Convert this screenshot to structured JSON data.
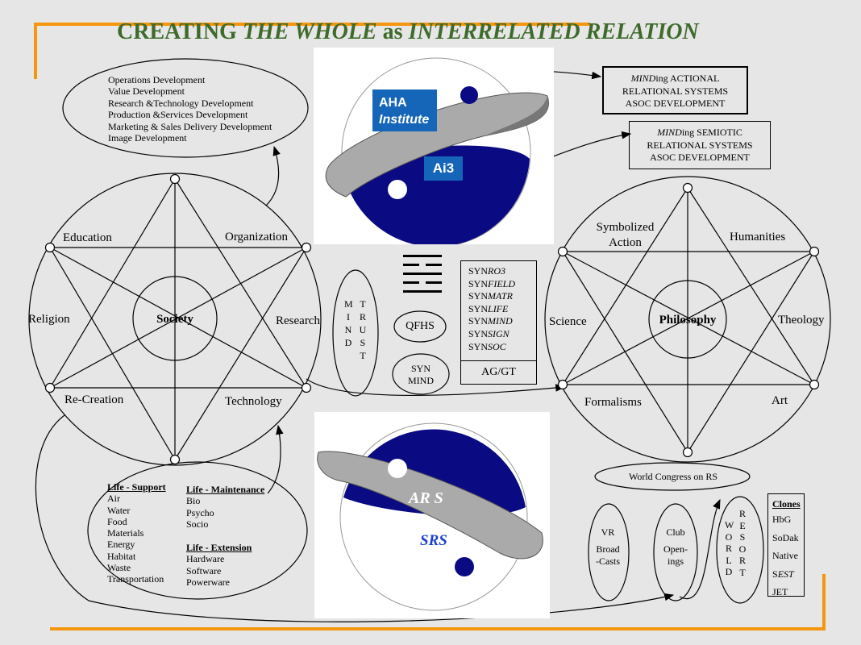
{
  "title": {
    "part1": "CREATING ",
    "part2": "THE WHOLE",
    "part3": " as ",
    "part4": "INTERRELATED RELATION"
  },
  "development_list": [
    "Operations Development",
    "Value Development",
    "Research &Technology Development",
    "Production &Services Development",
    "Marketing & Sales Delivery Development",
    "Image Development"
  ],
  "society_star": {
    "center": "Society",
    "labels": {
      "top_left": "Education",
      "top_right": "Organization",
      "left": "Religion",
      "right": "Research",
      "bottom_left": "Re-Creation",
      "bottom_right": "Technology"
    }
  },
  "philosophy_star": {
    "center": "Philosophy",
    "labels": {
      "top_left": "Symbolized Action",
      "top_right": "Humanities",
      "left": "Science",
      "right": "Theology",
      "bottom_left": "Formalisms",
      "bottom_right": "Art"
    }
  },
  "top_emblem": {
    "label1_line1": "AHA",
    "label1_line2": "Institute",
    "label2": "Ai3"
  },
  "bottom_emblem": {
    "label1": "AR S",
    "label2": "SRS"
  },
  "minding_actional": {
    "line1_italic": "MIND",
    "line1_rest": "ing ACTIONAL",
    "line2": "RELATIONAL SYSTEMS",
    "line3": "ASOC DEVELOPMENT"
  },
  "minding_semiotic": {
    "line1_italic": "MIND",
    "line1_rest": "ing  SEMIOTIC",
    "line2": "RELATIONAL SYSTEMS",
    "line3": "ASOC DEVELOPMENT"
  },
  "mind_trust": {
    "mind": "MIND",
    "trust": "TRUST"
  },
  "qfhs": "QFHS",
  "syn_mind": {
    "line1": "SYN",
    "line2": "MIND"
  },
  "syn_list": [
    {
      "pre": "SYN",
      "it": "RO3"
    },
    {
      "pre": "SYN",
      "it": "FIELD"
    },
    {
      "pre": "SYN",
      "it": "MATR"
    },
    {
      "pre": "SYN",
      "it": "LIFE"
    },
    {
      "pre": "SYN",
      "it": "MIND"
    },
    {
      "pre": "SYN",
      "it": "SIGN"
    },
    {
      "pre": "SYN",
      "it": "SOC"
    }
  ],
  "ag_gt": "AG/GT",
  "life_support": {
    "heading": "Life - Support",
    "items": [
      "Air",
      "Water",
      "Food",
      "Materials",
      "Energy",
      "Habitat",
      "Waste",
      "Transportation"
    ]
  },
  "life_maintenance": {
    "heading": "Life - Maintenance",
    "items": [
      "Bio",
      "Psycho",
      "Socio"
    ]
  },
  "life_extension": {
    "heading": "Life - Extension",
    "items": [
      "Hardware",
      "Software",
      "Powerware"
    ]
  },
  "world_congress": "World Congress on RS",
  "vr": {
    "line1": "VR",
    "line2": "Broad",
    "line3": "-Casts"
  },
  "club": {
    "line1": "Club",
    "line2": "Open-",
    "line3": "ings"
  },
  "world_resort": {
    "world": "WORLD",
    "resort": "RESORT"
  },
  "clones": {
    "heading": "Clones",
    "items": [
      {
        "pre": "",
        "it": "",
        "text": "HbG"
      },
      {
        "pre": "",
        "it": "",
        "text": "SoDak"
      },
      {
        "pre": "",
        "it": "",
        "text": "Native"
      },
      {
        "pre": "S",
        "it": "EST",
        "text": ""
      },
      {
        "pre": "",
        "it": "",
        "text": "JET"
      }
    ]
  },
  "colors": {
    "title": "#3e6b2c",
    "accent_orange": "#f5960f",
    "navy": "#0a0a82",
    "blue_box": "#1565b8",
    "srs_text": "#1a3fd0"
  }
}
